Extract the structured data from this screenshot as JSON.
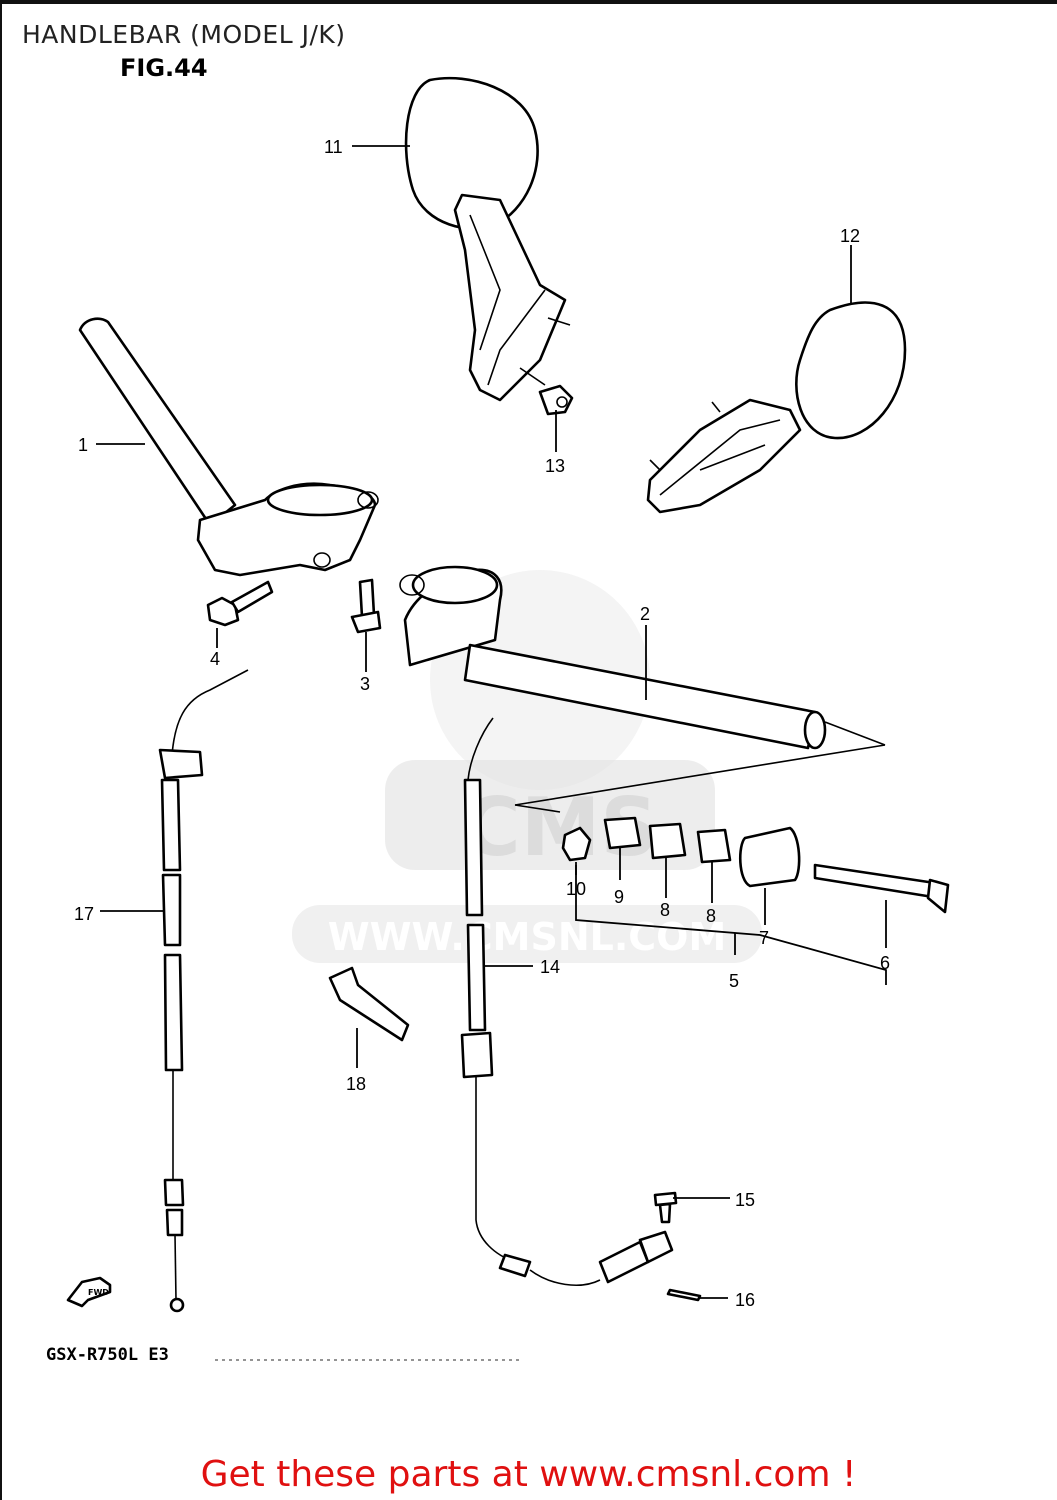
{
  "page": {
    "title": "HANDLEBAR (MODEL J/K)",
    "figure": "FIG.44",
    "model_code": "GSX-R750L E3",
    "footer_link": "Get these parts at www.cmsnl.com !",
    "fwd_arrow_label": "FWD"
  },
  "watermark": {
    "logo": "CMS",
    "url": "WWW.CMSNL.COM"
  },
  "callouts": {
    "c1": "1",
    "c2": "2",
    "c3": "3",
    "c4": "4",
    "c5": "5",
    "c6": "6",
    "c7": "7",
    "c8a": "8",
    "c8b": "8",
    "c9": "9",
    "c10": "10",
    "c11": "11",
    "c12": "12",
    "c13": "13",
    "c14": "14",
    "c15": "15",
    "c16": "16",
    "c17": "17",
    "c18": "18"
  },
  "colors": {
    "footer": "#e01010",
    "watermark": "#d9d9d9",
    "ink": "#000000"
  }
}
